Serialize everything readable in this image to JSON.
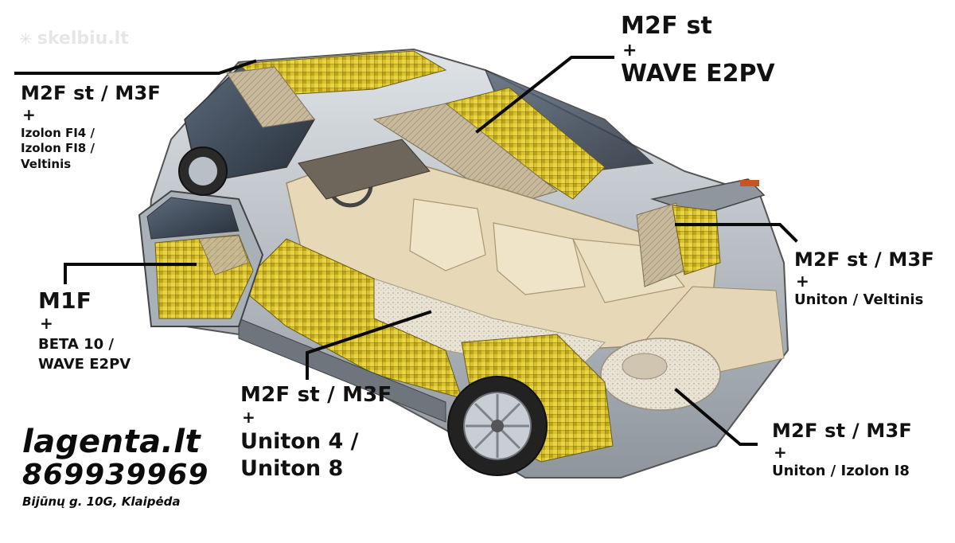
{
  "watermark": {
    "text": "skelbiu.lt",
    "icon": "asterisk-logo-icon"
  },
  "labels": {
    "roof_front": {
      "main": "M2F st / M3F",
      "plus": "+",
      "lines": [
        "Izolon FI4 /",
        "Izolon FI8 /",
        "Veltinis"
      ]
    },
    "roof_center": {
      "main": "M2F st",
      "plus": "+",
      "sub": "WAVE E2PV"
    },
    "door": {
      "main": "M1F",
      "plus": "+",
      "lines": [
        "BETA 10 /",
        "WAVE E2PV"
      ]
    },
    "floor": {
      "main": "M2F st / M3F",
      "plus": "+",
      "lines": [
        "Uniton 4 /",
        "Uniton 8"
      ]
    },
    "trunk": {
      "main": "M2F st / M3F",
      "plus": "+",
      "sub": "Uniton / Veltinis"
    },
    "wheel_arch": {
      "main": "M2F st / M3F",
      "plus": "+",
      "sub": "Uniton / Izolon I8"
    }
  },
  "contact": {
    "site": "lagenta.lt",
    "phone": "869939969",
    "address": "Bijūnų g. 10G, Klaipėda"
  },
  "colors": {
    "insulation_yellow": "#d9c22a",
    "body_silver": "#b9bfc6",
    "interior_beige": "#e7d8b8",
    "text": "#111111"
  }
}
